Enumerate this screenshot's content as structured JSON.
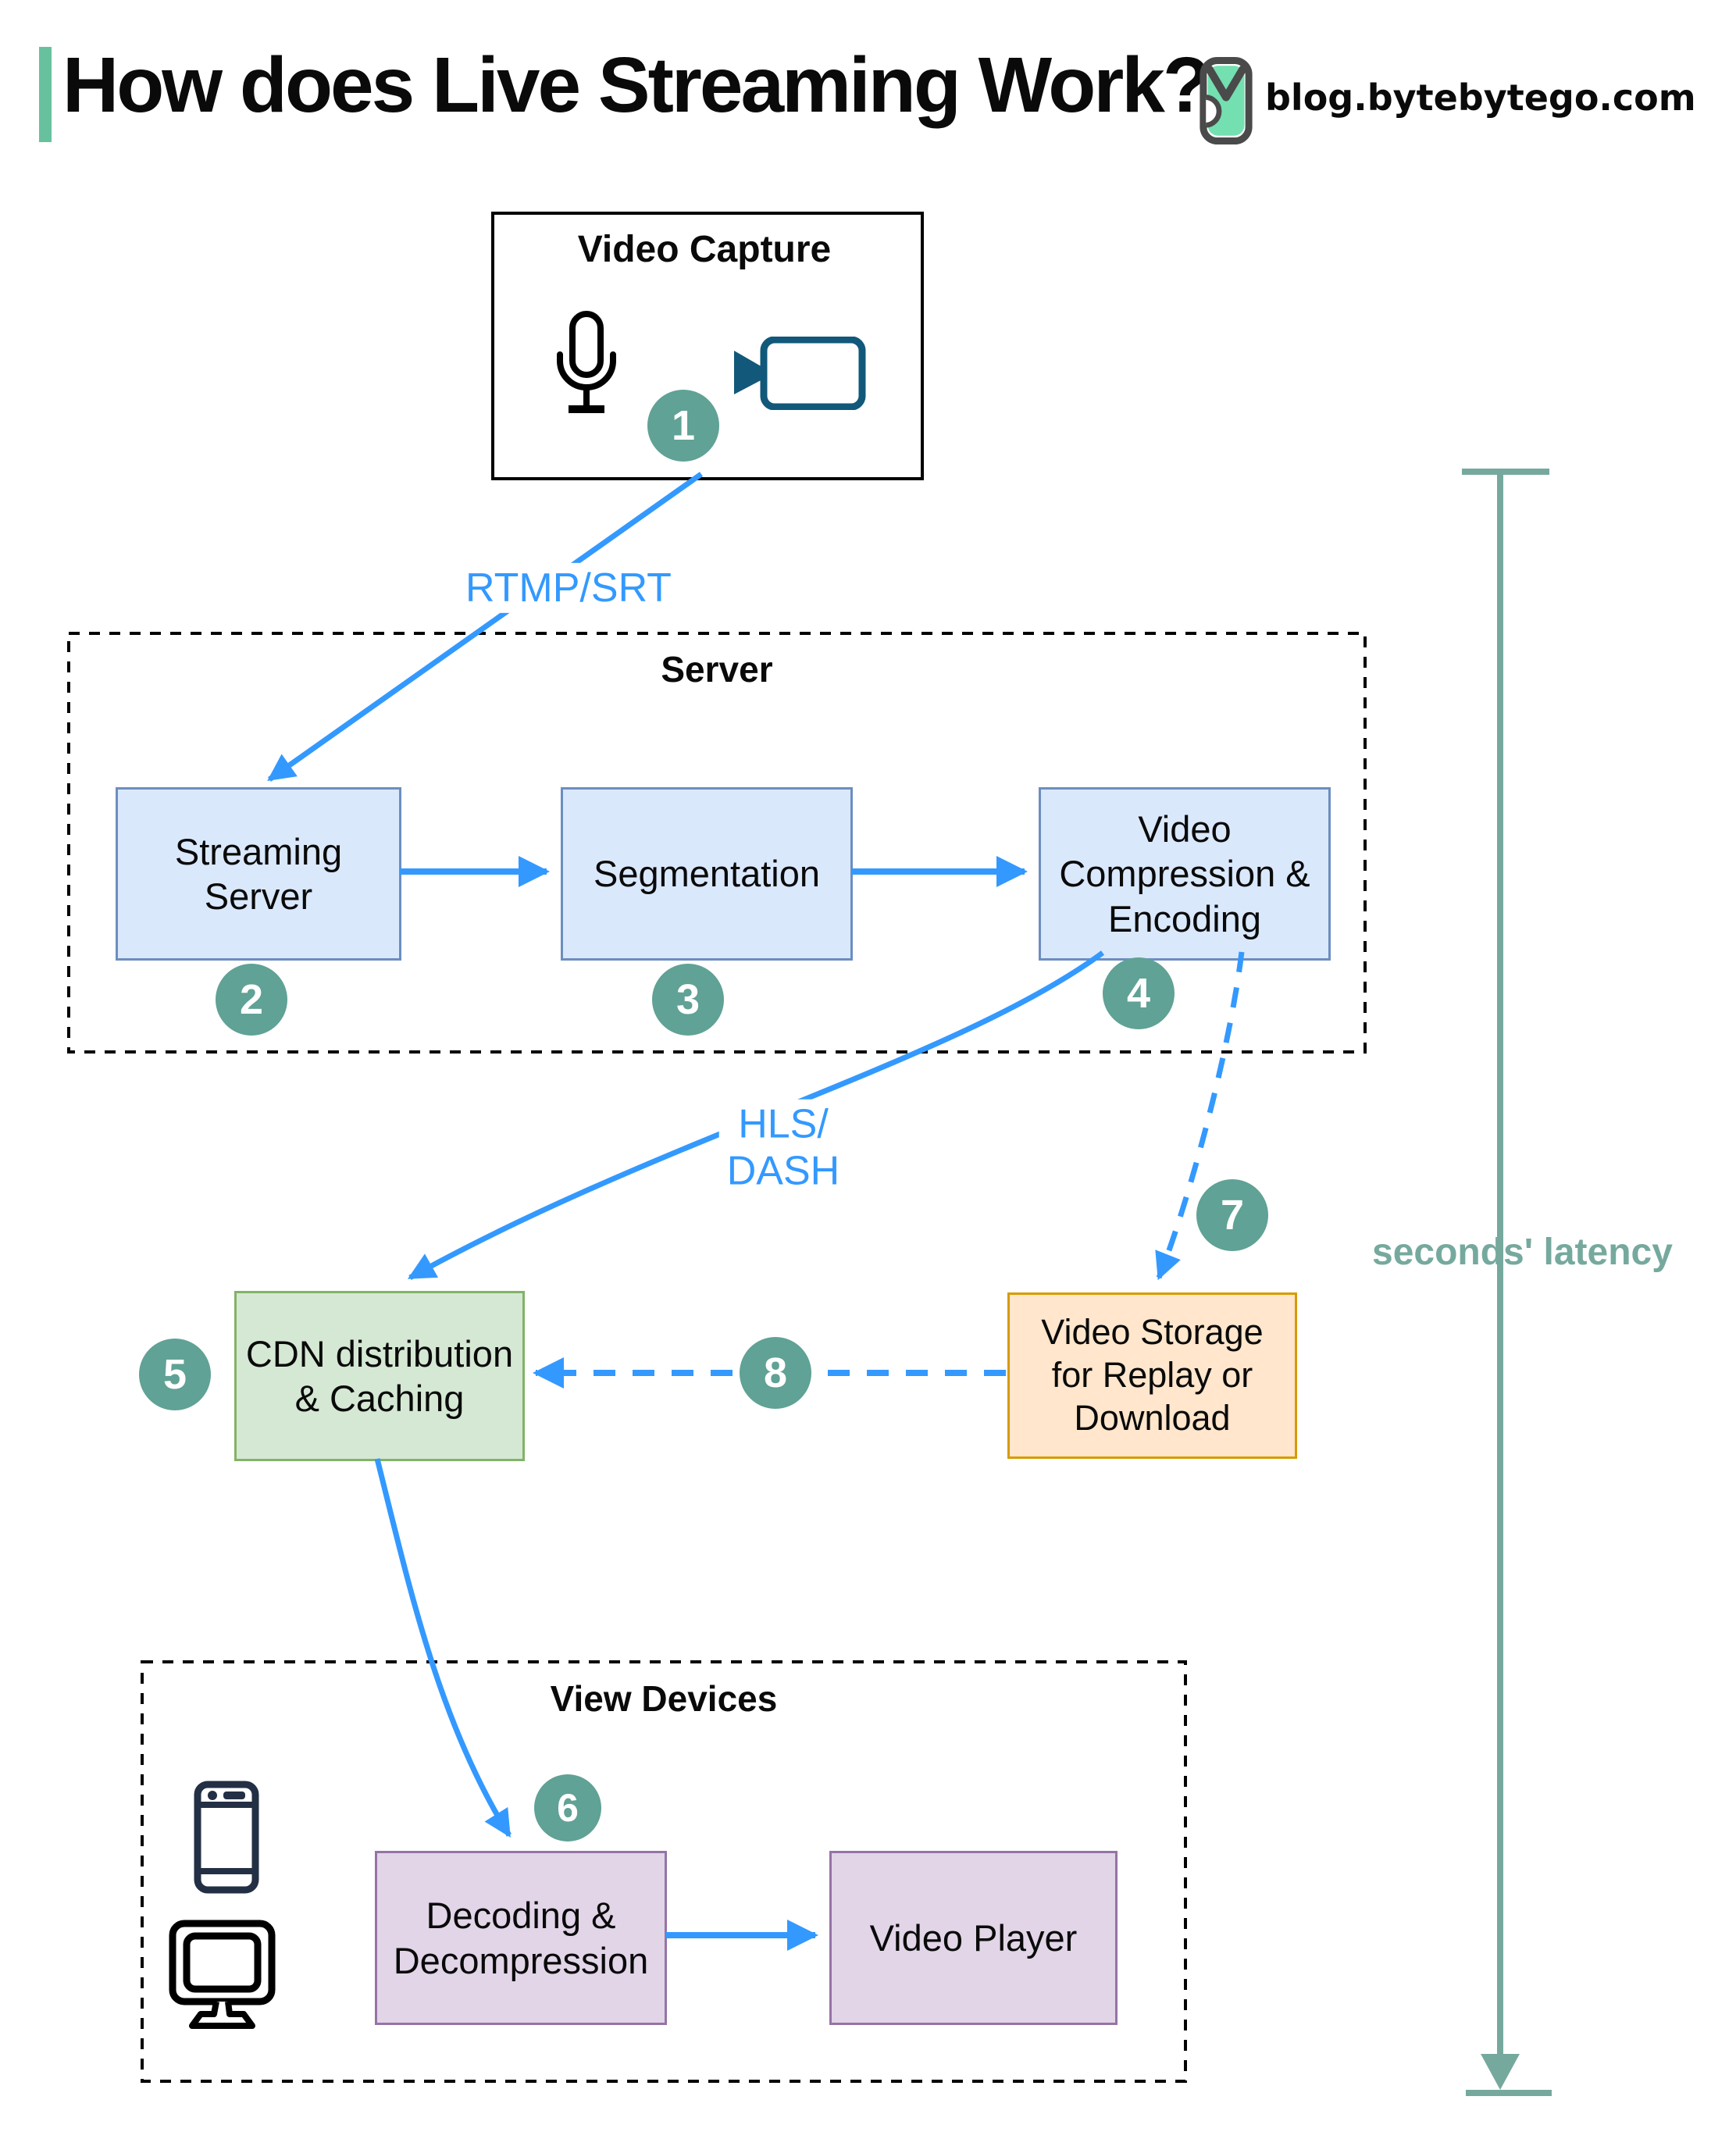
{
  "colors": {
    "accent_bar": "#68c19e",
    "arrow_blue": "#3399ff",
    "badge_green": "#60a295",
    "latency_teal": "#76a99e",
    "blue_fill": "#dae8fc",
    "blue_stroke": "#6c8ebf",
    "green_fill": "#d5e8d4",
    "green_stroke": "#82b366",
    "orange_fill": "#ffe6cc",
    "orange_stroke": "#d79b00",
    "purple_fill": "#e1d5e7",
    "purple_stroke": "#9673a6",
    "camera_teal": "#12587a",
    "phone_navy": "#232f44",
    "logo_green": "#74dfb0"
  },
  "header": {
    "title": "How does Live Streaming Work?",
    "site": "blog.bytebytego.com",
    "logo_icon": "bytebytego-owl-icon"
  },
  "groups": {
    "server": "Server",
    "view_devices": "View Devices"
  },
  "nodes": {
    "video_capture": "Video Capture",
    "streaming_server": "Streaming\nServer",
    "segmentation": "Segmentation",
    "compression": "Video\nCompression &\nEncoding",
    "cdn": "CDN distribution\n& Caching",
    "storage": "Video Storage\nfor Replay or\nDownload",
    "decoding": "Decoding &\nDecompression",
    "player": "Video Player"
  },
  "icons": {
    "video_capture": [
      "microphone-icon",
      "video-camera-icon"
    ],
    "view_devices": [
      "smartphone-icon",
      "monitor-icon"
    ]
  },
  "edge_labels": {
    "ingest": "RTMP/SRT",
    "delivery": "HLS/\nDASH",
    "latency": "seconds' latency"
  },
  "badges": [
    "1",
    "2",
    "3",
    "4",
    "5",
    "6",
    "7",
    "8"
  ],
  "edges": [
    {
      "step": "1",
      "from": "Video Capture",
      "to": "Streaming Server",
      "label": "RTMP/SRT",
      "line": "solid"
    },
    {
      "step": "",
      "from": "Streaming Server",
      "to": "Segmentation",
      "line": "solid"
    },
    {
      "step": "",
      "from": "Segmentation",
      "to": "Video Compression & Encoding",
      "line": "solid"
    },
    {
      "step": "",
      "from": "Video Compression & Encoding",
      "to": "CDN distribution & Caching",
      "label": "HLS/DASH",
      "line": "solid"
    },
    {
      "step": "7",
      "from": "Video Compression & Encoding",
      "to": "Video Storage for Replay or Download",
      "line": "dashed"
    },
    {
      "step": "8",
      "from": "Video Storage for Replay or Download",
      "to": "CDN distribution & Caching",
      "line": "dashed"
    },
    {
      "step": "",
      "from": "CDN distribution & Caching",
      "to": "Decoding & Decompression",
      "line": "solid"
    },
    {
      "step": "",
      "from": "Decoding & Decompression",
      "to": "Video Player",
      "line": "solid"
    }
  ]
}
